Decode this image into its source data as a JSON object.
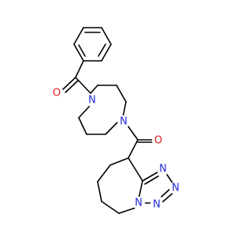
{
  "molecule": {
    "atoms": {
      "o1": "O",
      "n1": "N",
      "n2": "N",
      "o2": "O",
      "n3": "N",
      "n4": "N",
      "n5": "N",
      "n6": "N"
    }
  },
  "colors": {
    "bond": "#000000",
    "nitrogen": "#1f2bd8",
    "oxygen": "#e21b1b",
    "background": "#ffffff"
  }
}
